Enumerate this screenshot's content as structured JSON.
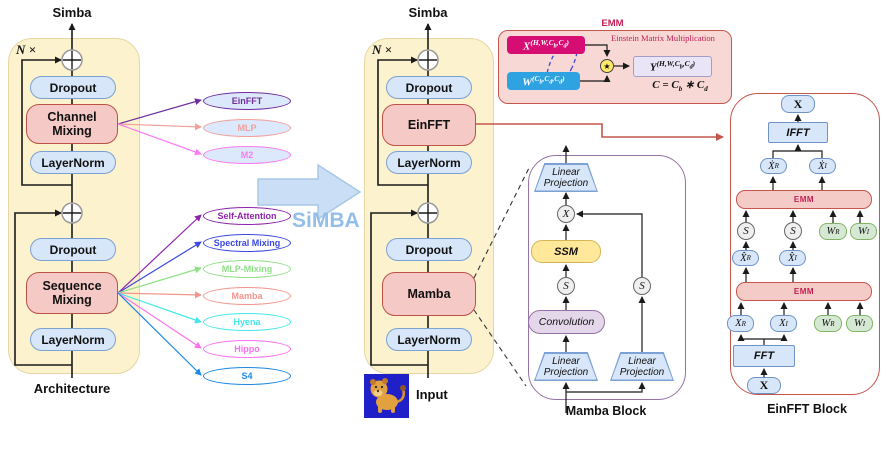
{
  "arch_left": {
    "output_label": "Simba",
    "repeat_label": "N ×",
    "blocks": {
      "dropout1": "Dropout",
      "mix1": "Channel Mixing",
      "norm1": "LayerNorm",
      "dropout2": "Dropout",
      "mix2": "Sequence Mixing",
      "norm2": "LayerNorm"
    },
    "caption": "Architecture"
  },
  "arch_mid": {
    "output_label": "Simba",
    "repeat_label": "N ×",
    "blocks": {
      "dropout1": "Dropout",
      "mix1": "EinFFT",
      "norm1": "LayerNorm",
      "dropout2": "Dropout",
      "mix2": "Mamba",
      "norm2": "LayerNorm"
    },
    "caption": "Input"
  },
  "channel_options": [
    {
      "label": "EinFFT",
      "color": "#7030A0",
      "fill": "#DCE8FB"
    },
    {
      "label": "MLP",
      "color": "#F2A09A",
      "fill": "#DCE8FB"
    },
    {
      "label": "M2",
      "color": "#FB7BF4",
      "fill": "#DCE8FB"
    }
  ],
  "sequence_options": [
    {
      "label": "Self-Attention",
      "color": "#8E24AA",
      "fill": "#FFFFFF"
    },
    {
      "label": "Spectral Mixing",
      "color": "#3B48DE",
      "fill": "#FFFFFF"
    },
    {
      "label": "MLP-Mixing",
      "color": "#8FE085",
      "fill": "#FFFFFF"
    },
    {
      "label": "Mamba",
      "color": "#F1958D",
      "fill": "#FFFFFF"
    },
    {
      "label": "Hyena",
      "color": "#45E8E8",
      "fill": "#FFFFFF"
    },
    {
      "label": "Hippo",
      "color": "#FB6FF2",
      "fill": "#FFFFFF"
    },
    {
      "label": "S4",
      "color": "#1E88E5",
      "fill": "#FFFFFF"
    }
  ],
  "transition_label": "SiMBA",
  "emm_legend": {
    "title": "EMM",
    "subtitle": "Einstein Matrix Multiplication",
    "x_tensor": {
      "base": "X",
      "sup": [
        "(H,W,C",
        "b",
        ",C",
        "d",
        ")"
      ]
    },
    "w_tensor": {
      "base": "W",
      "sup": [
        "(C",
        "b",
        ",C",
        "d",
        ",C",
        "d",
        ")"
      ]
    },
    "y_tensor": {
      "base": "Y",
      "sup": [
        "(H,W,C",
        "b",
        ",C",
        "d",
        ")"
      ]
    },
    "operator": "★",
    "equation": [
      "C = C",
      "b",
      " ∗ C",
      "d"
    ]
  },
  "mamba_block": {
    "linear_projection": "Linear Projection",
    "x_var": "X",
    "ssm": "SSM",
    "s_var": "S",
    "convolution": "Convolution",
    "caption": "Mamba Block"
  },
  "einfft_block": {
    "x_top": "X",
    "ifft": "IFFT",
    "emm": "EMM",
    "s_var": "S",
    "dot_pair": [
      {
        "base": "Ẋ",
        "sub": "R"
      },
      {
        "base": "Ẋ",
        "sub": "I"
      }
    ],
    "hat_pair": [
      {
        "base": "X̂",
        "sub": "R"
      },
      {
        "base": "X̂",
        "sub": "I"
      }
    ],
    "plain_pair": [
      {
        "base": "X",
        "sub": "R"
      },
      {
        "base": "X",
        "sub": "I"
      }
    ],
    "weights": [
      {
        "base": "W",
        "sub": "R"
      },
      {
        "base": "W",
        "sub": "I"
      }
    ],
    "fft": "FFT",
    "x_bottom": "X",
    "caption": "EinFFT Block"
  },
  "palette": {
    "container_fill": "#FCF2CE",
    "pill_fill": "#D7E6F8",
    "pill_border": "#7CA1D4",
    "red_fill": "#F5C9C6",
    "red_border": "#BC5248",
    "big_arrow_fill": "#CADFF5",
    "simba_text": "#93BEEA",
    "emm_x_fill": "#D60D73",
    "emm_w_fill": "#2FA3E2",
    "emm_y_fill": "#EAE4F7",
    "crimson": "#C21E56",
    "mamba_purple": "#9673A6",
    "weight_fill": "#D5E8D4",
    "weight_border": "#82B366",
    "ssm_fill": "#FFE899",
    "conv_fill": "#E4D7EA",
    "lion_bg": "#2020C8"
  }
}
